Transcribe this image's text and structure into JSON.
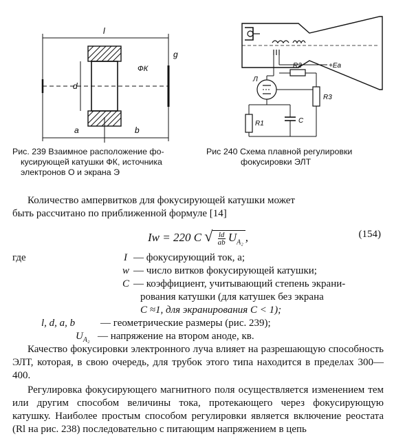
{
  "fig239": {
    "labels": {
      "l": "l",
      "g": "g",
      "fk": "ФК",
      "d": "d",
      "a": "a",
      "b": "b"
    },
    "caption": [
      "Рис. 239  Взаимное расположение фо-",
      "кусирующей катушки ФК, источника",
      "электронов О и экрана Э"
    ]
  },
  "fig240": {
    "labels": {
      "l": "Л",
      "r1": "R1",
      "r2": "R2",
      "r3": "R3",
      "c": "С",
      "ea": "+Ea"
    },
    "caption": [
      "Рис  240  Схема плавной регулировки",
      "фокусировки ЭЛТ"
    ]
  },
  "intro": [
    "Количество ампервитков для фокусирующей катушки может",
    "быть рассчитано по приближенной формуле [14]"
  ],
  "formula": {
    "lhs": "Iw = 220 C",
    "frac_num": "ld",
    "frac_den": "ab",
    "radicand_tail": "U",
    "sub": "A₂",
    "tail": ",",
    "number": "(154)"
  },
  "defs": {
    "where": "где",
    "items": [
      {
        "sym": "I",
        "text": "— фокусирующий ток, а;"
      },
      {
        "sym": "w",
        "text": "— число витков фокусирующей катушки;"
      },
      {
        "sym": "C",
        "text": "— коэффициент, учитывающий степень экрани-"
      },
      {
        "sym": "",
        "text": "рования катушки (для катушек без экрана"
      },
      {
        "sym": "",
        "text": "C ≈1, для экранирования C < 1);"
      },
      {
        "sym": "l, d, a, b",
        "text": "— геометрические размеры (рис. 239);"
      },
      {
        "sym": "U",
        "sub": "A₂",
        "text": "— напряжение на втором аноде, кв."
      }
    ]
  },
  "para1": "Качество фокусировки электронного луча влияет на разрешающую способность ЭЛТ, которая, в свою очередь, для трубок этого типа находится в пределах 300—400.",
  "para2": "Регулировка фокусирующего магнитного поля осуществляется изменением тем или другим способом величины тока, протекающего через фокусирующую катушку. Наиболее простым способом регулировки является включение реостата (Rl на рис. 238) последовательно с питающим напряжением в цепь"
}
